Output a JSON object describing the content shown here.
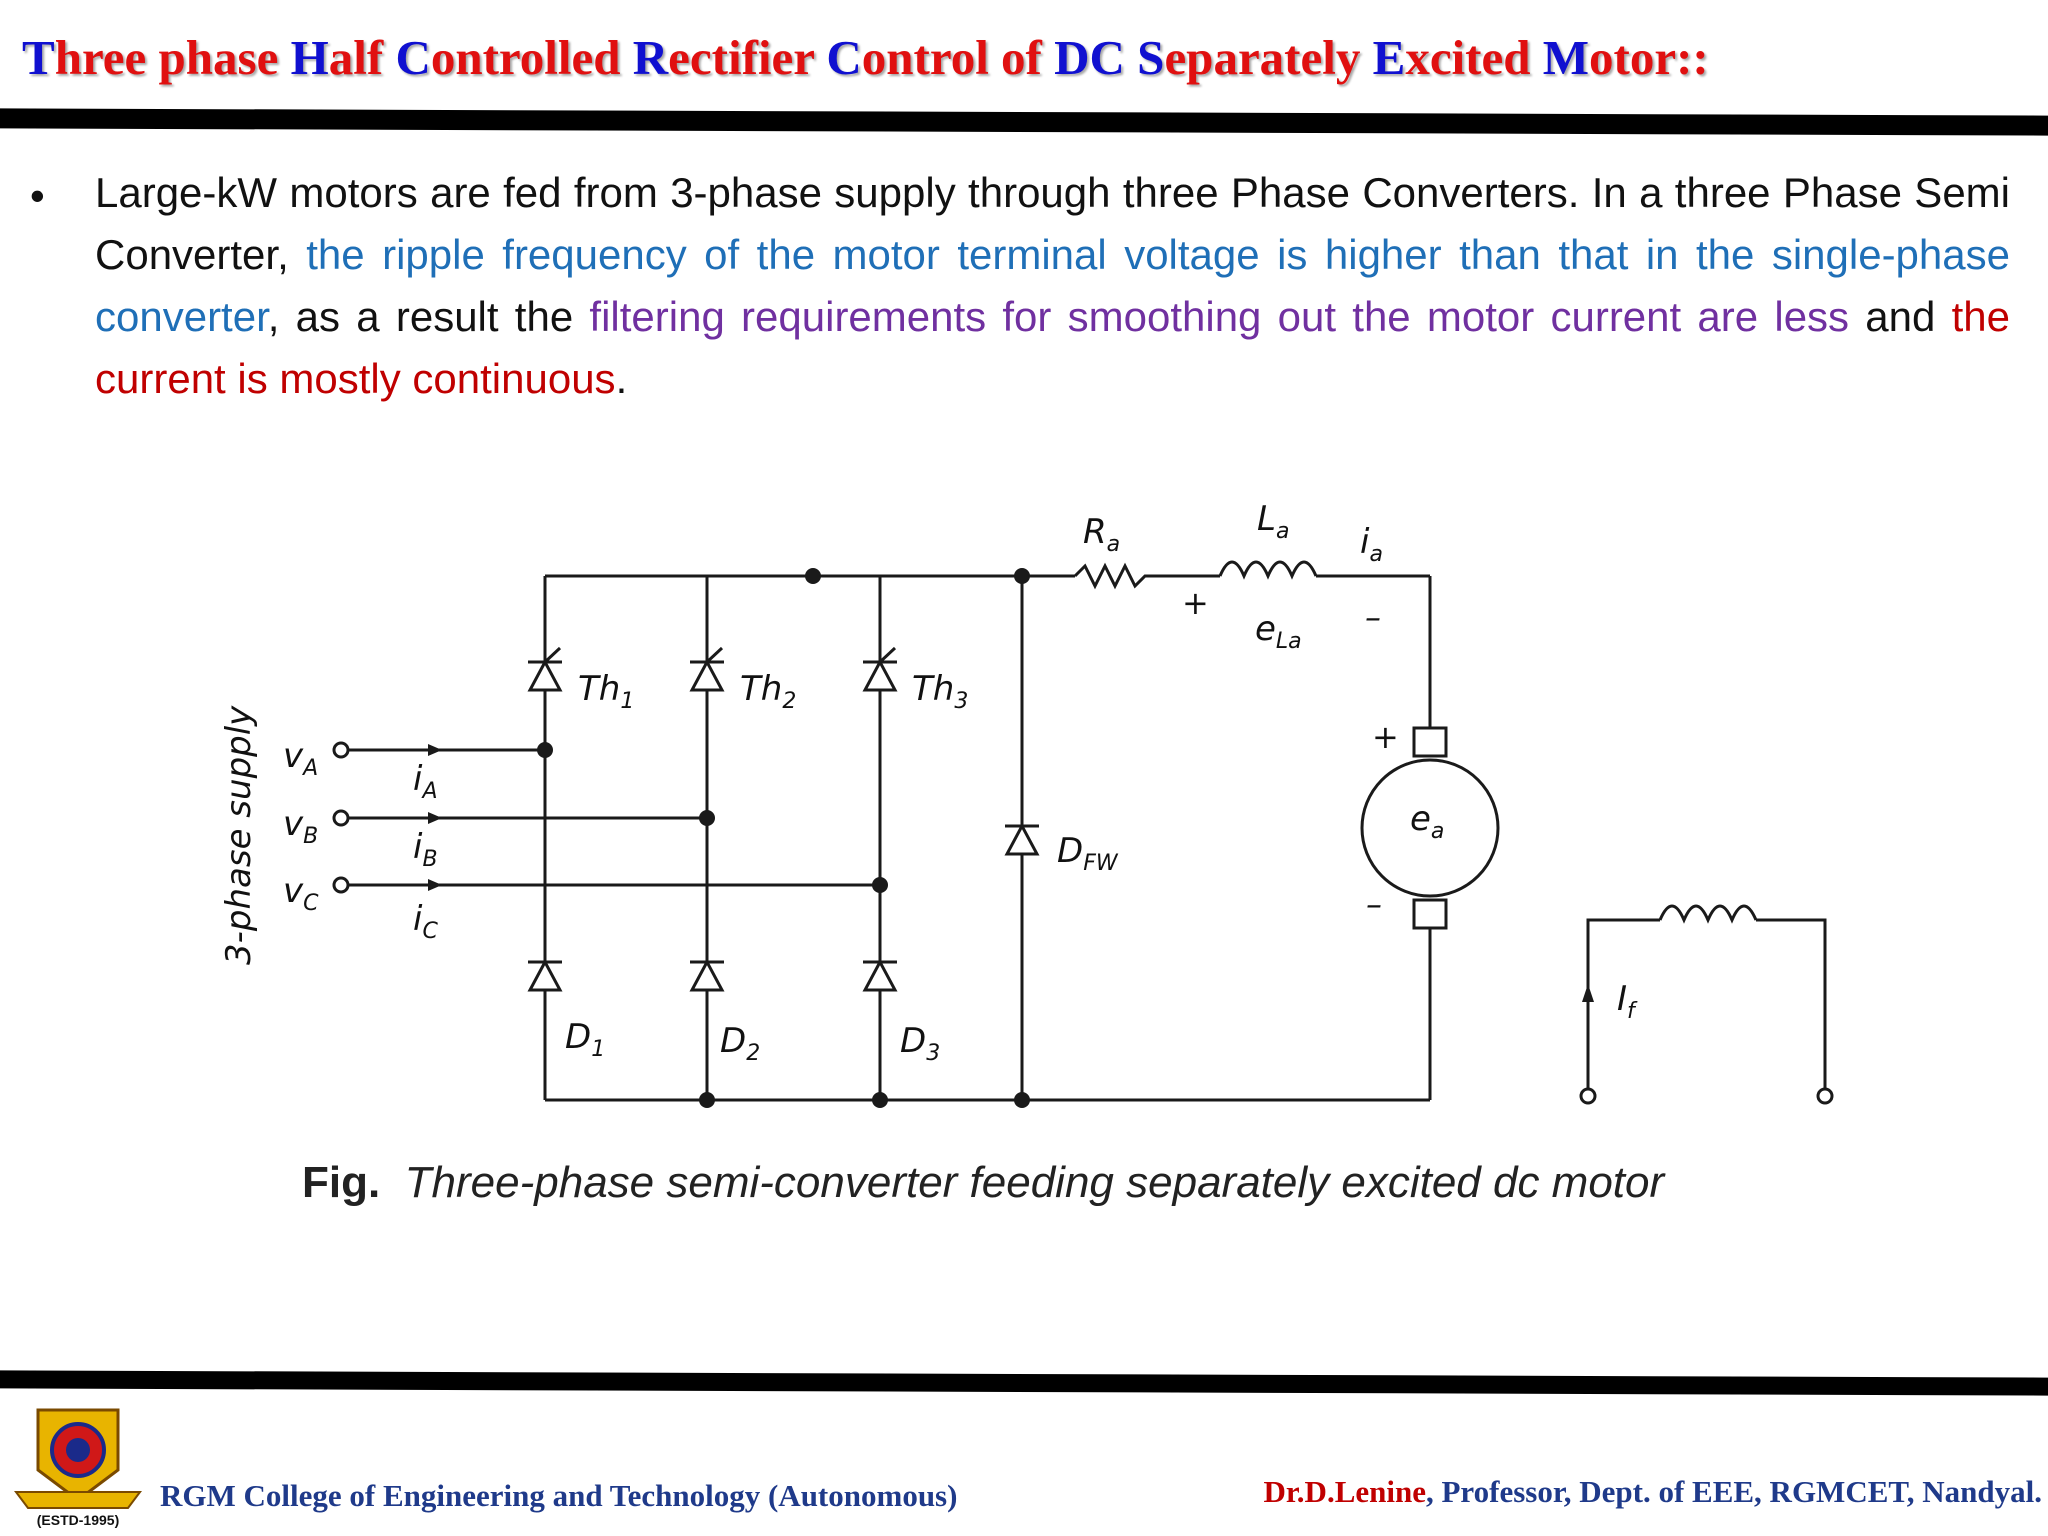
{
  "title": {
    "segments": [
      {
        "text": "T",
        "color": "#1010d0"
      },
      {
        "text": "hree phase ",
        "color": "#e01010"
      },
      {
        "text": "H",
        "color": "#1010d0"
      },
      {
        "text": "alf ",
        "color": "#e01010"
      },
      {
        "text": "C",
        "color": "#1010d0"
      },
      {
        "text": "ontrolled ",
        "color": "#e01010"
      },
      {
        "text": "R",
        "color": "#1010d0"
      },
      {
        "text": "ectifier ",
        "color": "#e01010"
      },
      {
        "text": "C",
        "color": "#1010d0"
      },
      {
        "text": "ontrol of ",
        "color": "#e01010"
      },
      {
        "text": "DC ",
        "color": "#1010d0"
      },
      {
        "text": "S",
        "color": "#1010d0"
      },
      {
        "text": "eparately ",
        "color": "#e01010"
      },
      {
        "text": "E",
        "color": "#1010d0"
      },
      {
        "text": "xcited ",
        "color": "#e01010"
      },
      {
        "text": "M",
        "color": "#1010d0"
      },
      {
        "text": "otor::",
        "color": "#e01010"
      }
    ]
  },
  "bullet": {
    "marker": "•",
    "part1": "Large-kW motors are fed from 3-phase supply through three Phase Converters. In a three Phase Semi Converter, ",
    "part2": "the ripple frequency of the motor terminal voltage is higher than that in the single-phase converter",
    "part3": ", as a result the ",
    "part4": "filtering requirements for smoothing out the motor current are less",
    "part5": " and ",
    "part6": "the current is mostly continuous",
    "part7": "."
  },
  "diagram": {
    "supply_label": "3-phase supply",
    "phase_voltages": [
      "v",
      "v",
      "v"
    ],
    "phase_voltage_subs": [
      "A",
      "B",
      "C"
    ],
    "phase_currents": [
      "i",
      "i",
      "i"
    ],
    "phase_current_subs": [
      "A",
      "B",
      "C"
    ],
    "thyristors": [
      "Th",
      "Th",
      "Th"
    ],
    "thyristor_subs": [
      "1",
      "2",
      "3"
    ],
    "diodes": [
      "D",
      "D",
      "D"
    ],
    "diode_subs": [
      "1",
      "2",
      "3"
    ],
    "freewheel": "D",
    "freewheel_sub": "FW",
    "resistor": "R",
    "resistor_sub": "a",
    "inductor": "L",
    "inductor_sub": "a",
    "emf_inductor": "e",
    "emf_inductor_sub": "La",
    "armature_current": "i",
    "armature_current_sub": "a",
    "back_emf": "e",
    "back_emf_sub": "a",
    "field_current": "I",
    "field_current_sub": "f",
    "plus": "+",
    "minus": "–"
  },
  "caption": {
    "fig": "Fig.",
    "text": "Three-phase semi-converter feeding separately excited dc motor"
  },
  "footer": {
    "college": "RGM College of Engineering and Technology (Autonomous)",
    "author": "Dr.D.Lenine",
    "author_rest": ", Professor, Dept. of EEE, RGMCET, Nandyal.",
    "logo_text": "(ESTD-1995)"
  },
  "colors": {
    "title_blue": "#1010d0",
    "title_red": "#e01010",
    "text_blue": "#1f6fb7",
    "text_purple": "#7030a0",
    "text_red": "#c00000",
    "footer_blue": "#1f3a8a"
  }
}
